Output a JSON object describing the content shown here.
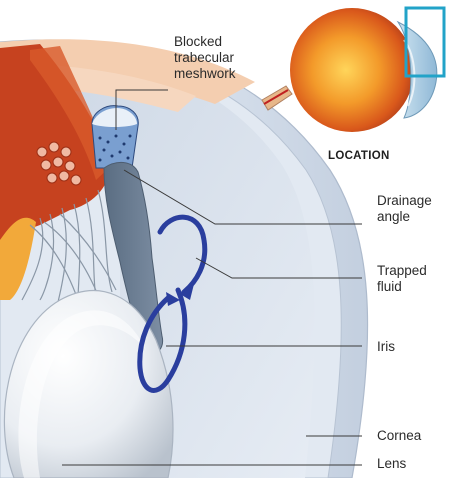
{
  "labels": {
    "blocked_meshwork": [
      "Blocked",
      "trabecular",
      "meshwork"
    ],
    "drainage_angle": [
      "Drainage",
      "angle"
    ],
    "trapped_fluid": [
      "Trapped",
      "fluid"
    ],
    "iris": "Iris",
    "cornea": "Cornea",
    "lens": "Lens"
  },
  "inset": {
    "caption": "LOCATION"
  },
  "colors": {
    "highlight_box": "#22a3c8",
    "fluid_flow": "#2a3e9e",
    "iris": "#6a7d92",
    "tissue_red": "#c6421f",
    "skin": "#f2cbaa",
    "cornea": "#d8e2ef"
  }
}
